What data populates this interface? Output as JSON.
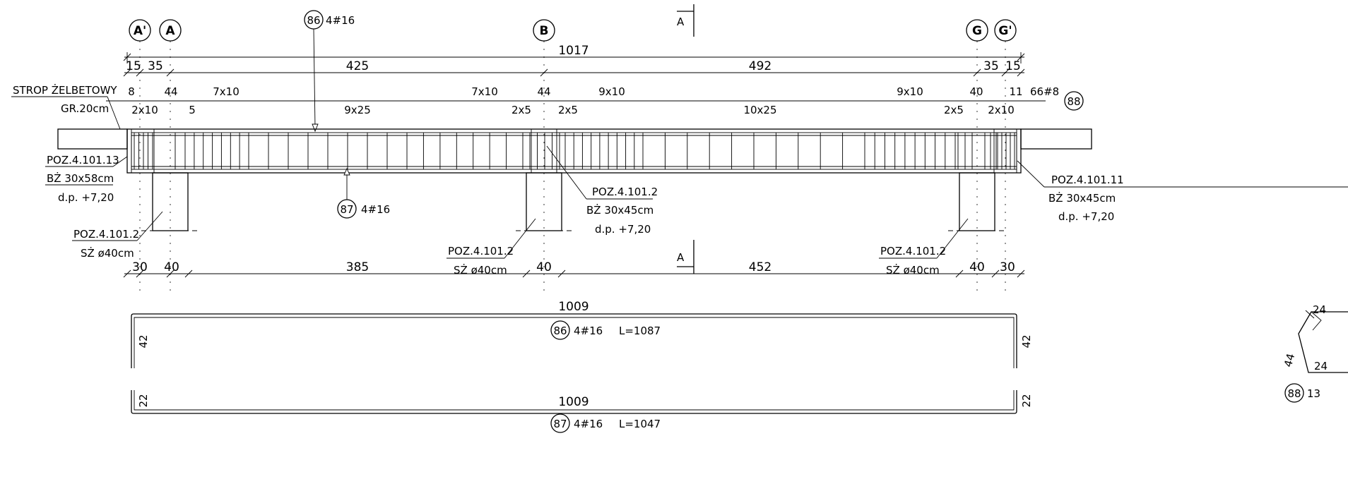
{
  "axes": [
    "A'",
    "A",
    "B",
    "G",
    "G'"
  ],
  "section_marker": "A",
  "top_bar": {
    "mark": "86",
    "spec": "4#16"
  },
  "bottom_bar": {
    "mark": "87",
    "spec": "4#16"
  },
  "stirrup": {
    "mark": "88",
    "spec": "66#8"
  },
  "dim_overall_top": "1017",
  "dim_top": [
    "15",
    "35",
    "425",
    "492",
    "35",
    "15"
  ],
  "stirrup_counts": [
    "8",
    "2x10",
    "44",
    "5",
    "7x10",
    "9x25",
    "7x10",
    "2x5",
    "44",
    "2x5",
    "9x10",
    "10x25",
    "9x10",
    "2x5",
    "40",
    "11",
    "2x10"
  ],
  "labels": {
    "slab_1": "STROP ŻELBETOWY",
    "slab_2": "GR.20cm",
    "beam_l_1": "POZ.4.101.13",
    "beam_l_2": "BŻ 30x58cm",
    "beam_l_3": "d.p. +7,20",
    "beam_r_1": "POZ.4.101.11",
    "beam_r_2": "BŻ 30x45cm",
    "beam_r_3": "d.p. +7,20",
    "beam_m_1": "POZ.4.101.2",
    "beam_m_2": "BŻ 30x45cm",
    "beam_m_3": "d.p. +7,20",
    "col_poz": "POZ.4.101.2",
    "col_size": "SŻ ø40cm"
  },
  "dim_bottom": [
    "30",
    "40",
    "385",
    "40",
    "452",
    "40",
    "30"
  ],
  "bar86": {
    "length": "1009",
    "end": "42",
    "mark": "86",
    "spec": "4#16",
    "total": "L=1087"
  },
  "bar87": {
    "length": "1009",
    "end": "22",
    "mark": "87",
    "spec": "4#16",
    "total": "L=1047"
  },
  "stirrup_detail": {
    "a": "24",
    "b": "24",
    "c": "44",
    "mark": "88",
    "count": "13"
  }
}
